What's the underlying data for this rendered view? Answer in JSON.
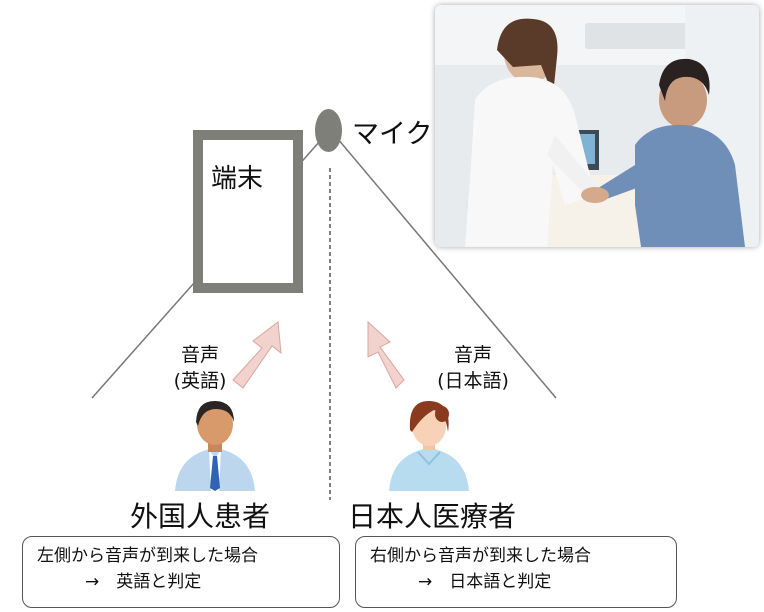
{
  "device": {
    "label": "端末"
  },
  "mic": {
    "label": "マイク"
  },
  "voice_left": {
    "line1": "音声",
    "line2": "(英語)"
  },
  "voice_right": {
    "line1": "音声",
    "line2": "(日本語)"
  },
  "patient": {
    "label": "外国人患者"
  },
  "staff": {
    "label": "日本人医療者"
  },
  "rule_left": {
    "line1": "左側から音声が到来した場合",
    "line2": "→　英語と判定"
  },
  "rule_right": {
    "line1": "右側から音声が到来した場合",
    "line2": "→　日本語と判定"
  },
  "colors": {
    "frame": "#7f7f79",
    "arrow": "#f2d2cc",
    "arrow_stroke": "#d9a79f"
  }
}
